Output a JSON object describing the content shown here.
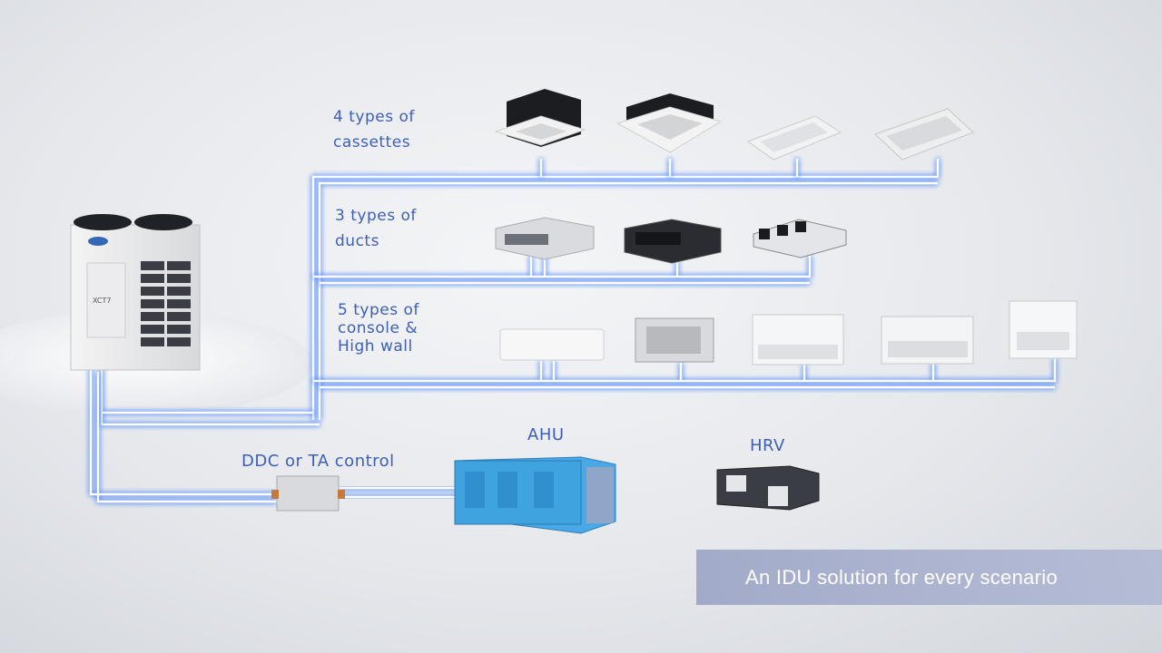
{
  "labels": {
    "cassettes": [
      "4 types of",
      "cassettes"
    ],
    "ducts": [
      "3 types of",
      "ducts"
    ],
    "console": [
      "5 types of",
      "console &",
      "High wall"
    ],
    "ddc": "DDC or TA control",
    "ahu": "AHU",
    "hrv": "HRV",
    "outdoor_logo": "XCT7"
  },
  "banner": "An IDU solution for every scenario",
  "colors": {
    "pipe_glow": "#3a7bff",
    "label": "#3d5fb4",
    "ahu": "#3fa3e0"
  }
}
